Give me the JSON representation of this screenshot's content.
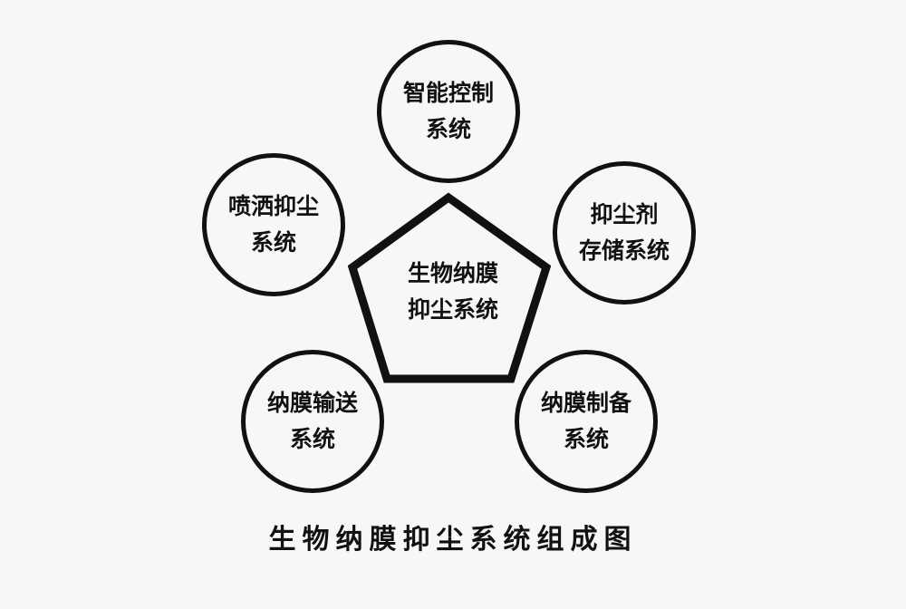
{
  "diagram": {
    "center": {
      "lines": [
        "生物纳膜",
        "抑尘系统"
      ]
    },
    "nodes": {
      "top": {
        "lines": [
          "智能控制",
          "系统"
        ]
      },
      "upper_left": {
        "lines": [
          "喷洒抑尘",
          "系统"
        ]
      },
      "upper_right": {
        "lines": [
          "抑尘剂",
          "存储系统"
        ]
      },
      "lower_left": {
        "lines": [
          "纳膜输送",
          "系统"
        ]
      },
      "lower_right": {
        "lines": [
          "纳膜制备",
          "系统"
        ]
      }
    },
    "caption": "生物纳膜抑尘系统组成图"
  }
}
